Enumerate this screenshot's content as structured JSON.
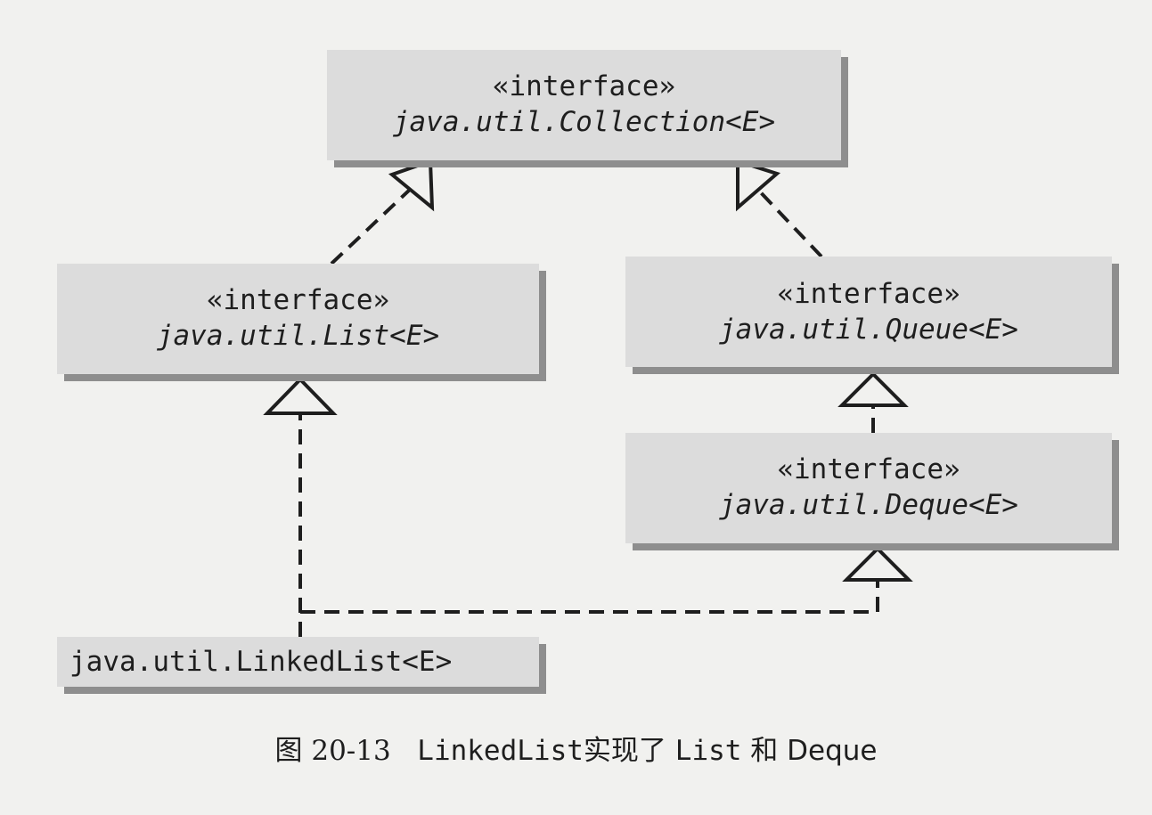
{
  "diagram": {
    "collection": {
      "stereotype": "«interface»",
      "name": "java.util.Collection<E>"
    },
    "list": {
      "stereotype": "«interface»",
      "name": "java.util.List<E>"
    },
    "queue": {
      "stereotype": "«interface»",
      "name": "java.util.Queue<E>"
    },
    "deque": {
      "stereotype": "«interface»",
      "name": "java.util.Deque<E>"
    },
    "linkedlist": {
      "name": "java.util.LinkedList<E>"
    },
    "relations": [
      {
        "from": "list",
        "to": "collection",
        "kind": "realization"
      },
      {
        "from": "queue",
        "to": "collection",
        "kind": "realization"
      },
      {
        "from": "deque",
        "to": "queue",
        "kind": "realization"
      },
      {
        "from": "linkedlist",
        "to": "list",
        "kind": "realization"
      },
      {
        "from": "linkedlist",
        "to": "deque",
        "kind": "realization"
      }
    ]
  },
  "caption": {
    "figure_label": "图",
    "figure_number": "20-13",
    "subject": "LinkedList",
    "verb": "实现了",
    "first": "List",
    "conjunction": "和",
    "second": "Deque"
  },
  "colors": {
    "box_fill": "#dcdcdc",
    "box_shadow": "#8e8e8e",
    "line": "#1e1e1e",
    "background": "#f1f1ef"
  }
}
